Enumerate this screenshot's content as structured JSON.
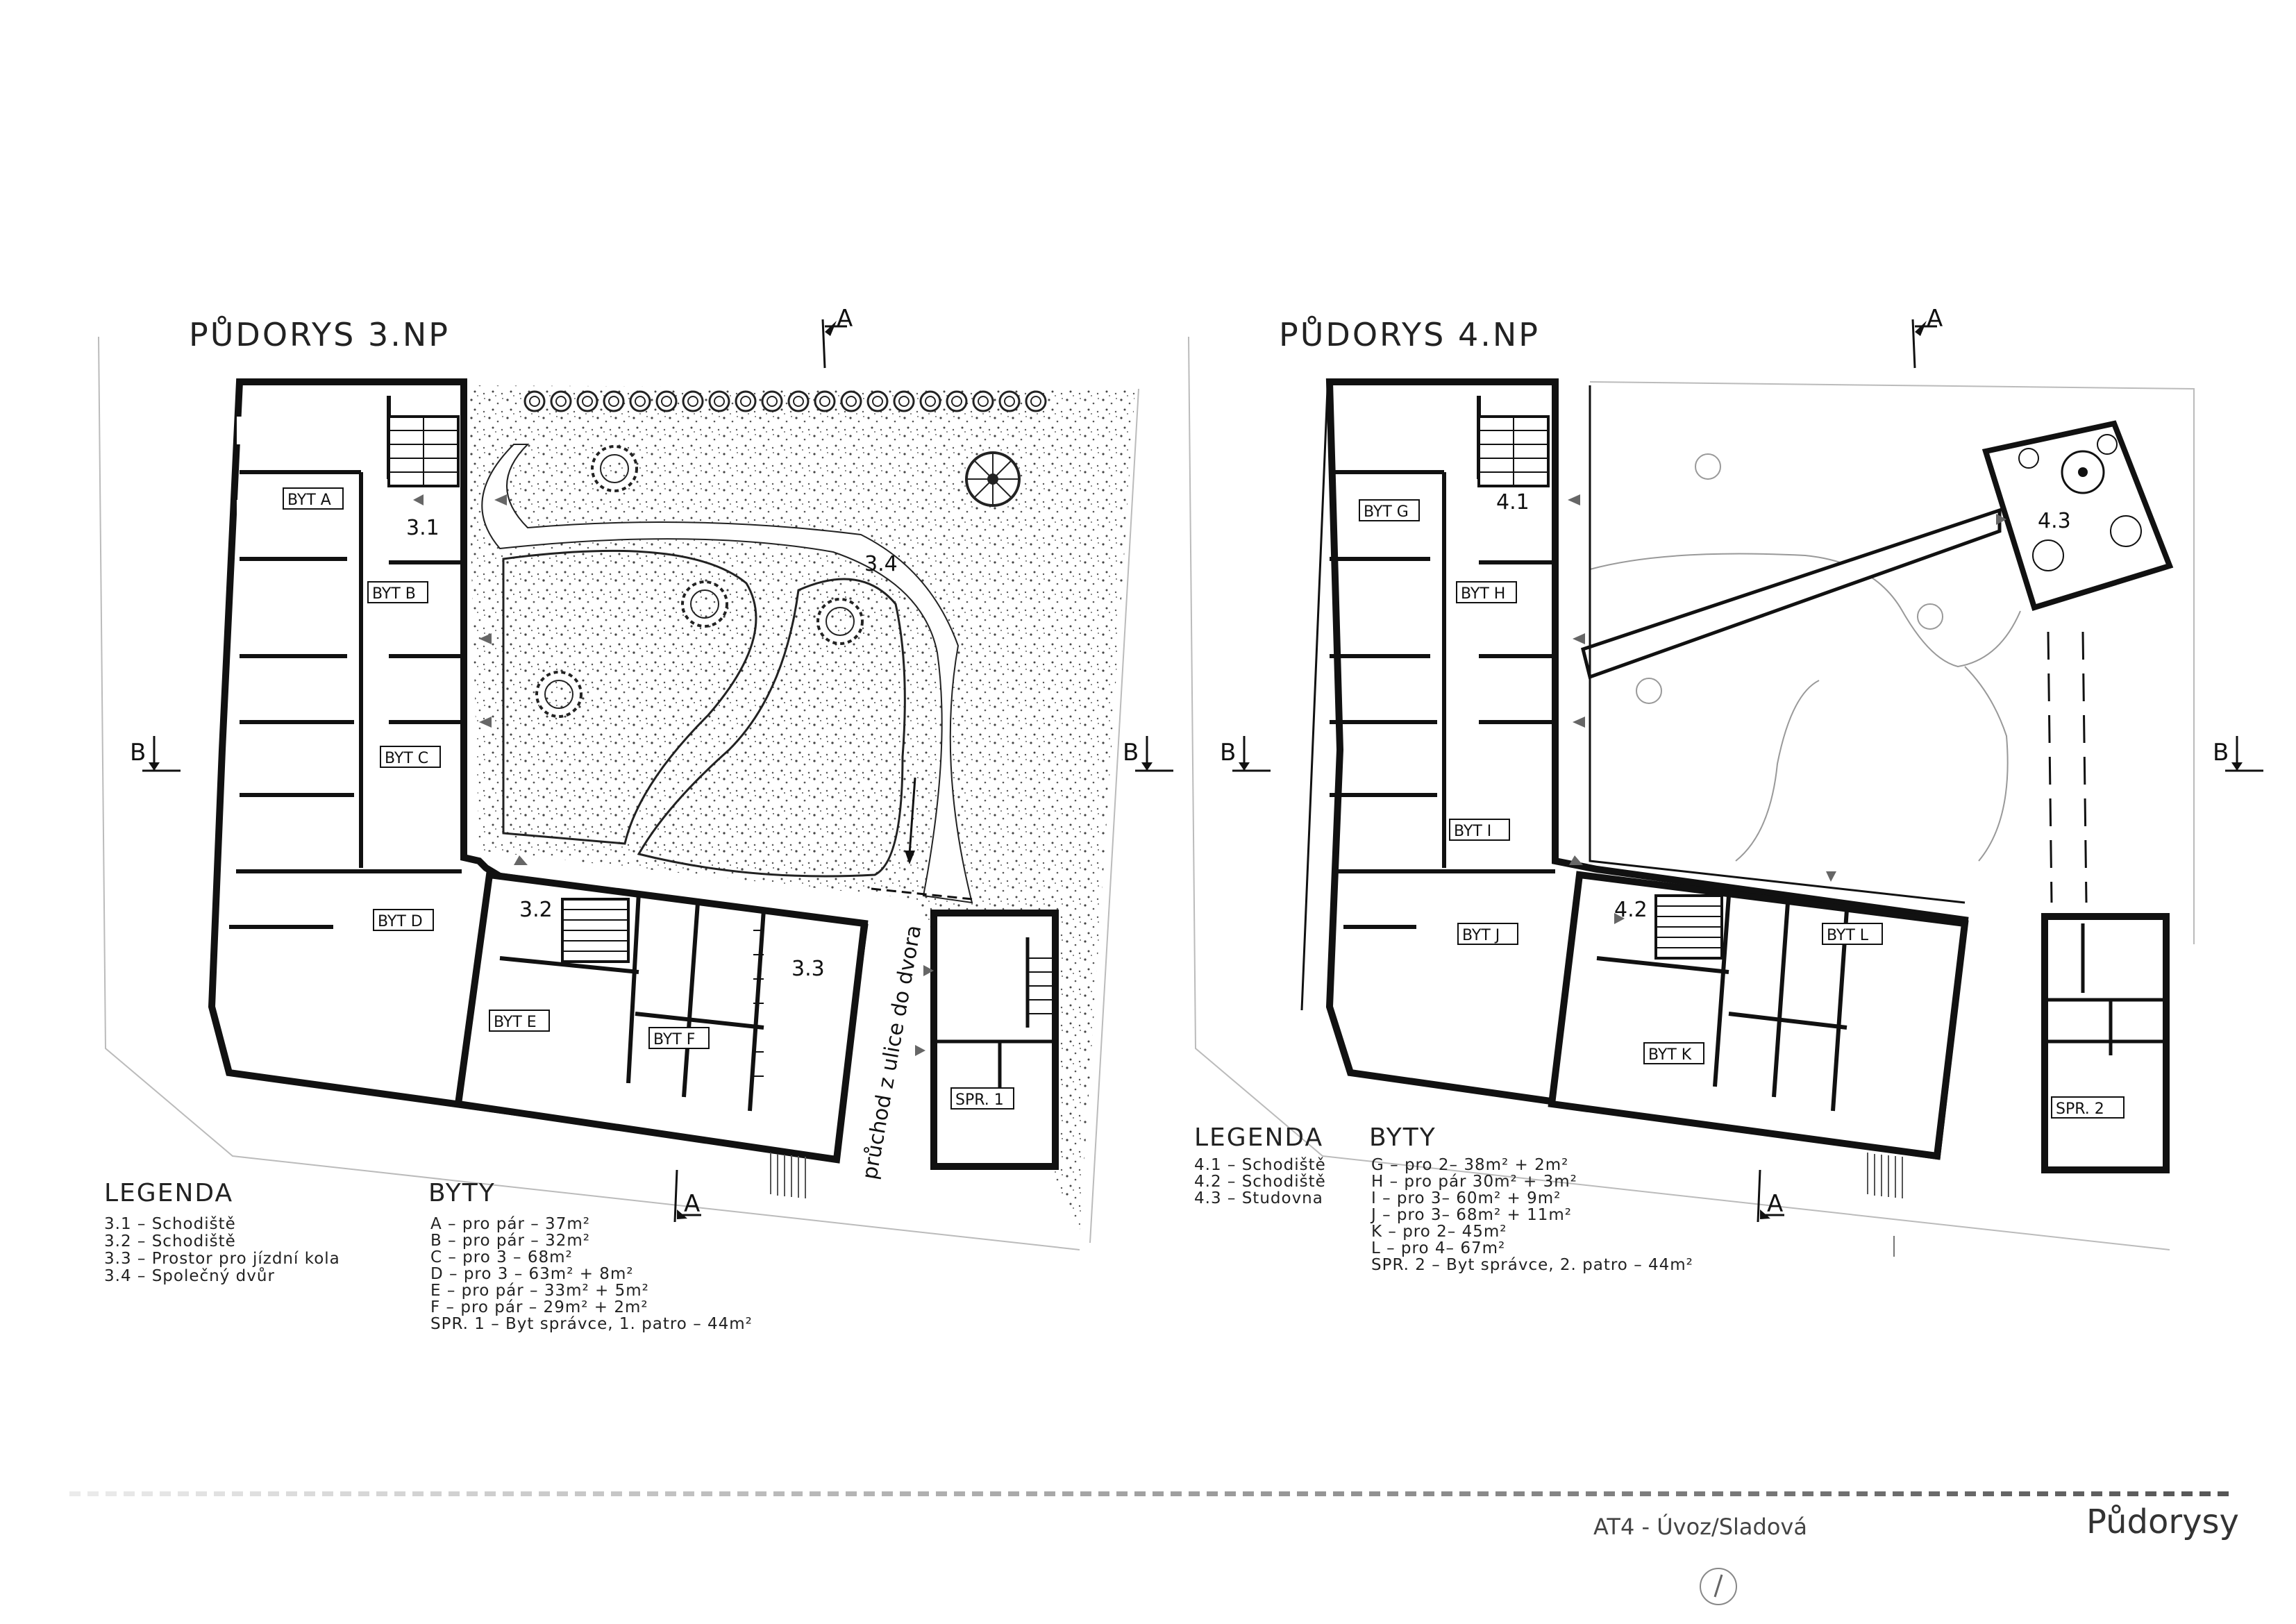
{
  "plan3": {
    "title": "PŮDORYS 3.NP",
    "legend_title": "LEGENDA",
    "legend": [
      "3.1 – Schodiště",
      "3.2 – Schodiště",
      "3.3 – Prostor pro jízdní kola",
      "3.4 – Společný dvůr"
    ],
    "units_title": "BYTY",
    "units": [
      "A – pro pár – 37m²",
      "B – pro pár – 32m²",
      "C – pro 3 – 68m²",
      "D – pro 3 – 63m² + 8m²",
      "E – pro pár – 33m² + 5m²",
      "F – pro pár – 29m² + 2m²",
      "SPR. 1 – Byt správce, 1. patro – 44m²"
    ],
    "unit_labels": [
      "BYT A",
      "BYT B",
      "BYT C",
      "BYT D",
      "BYT E",
      "BYT F",
      "SPR. 1"
    ],
    "room_labels": [
      "3.1",
      "3.2",
      "3.3",
      "3.4"
    ],
    "passage": "průchod z ulice do dvora",
    "section_a": "A",
    "section_b": "B"
  },
  "plan4": {
    "title": "PŮDORYS 4.NP",
    "legend_title": "LEGENDA",
    "legend": [
      "4.1 – Schodiště",
      "4.2 – Schodiště",
      "4.3 – Studovna"
    ],
    "units_title": "BYTY",
    "units": [
      "G – pro 2– 38m² + 2m²",
      "H – pro pár 30m² + 3m²",
      "I – pro 3– 60m² + 9m²",
      "J – pro 3– 68m² + 11m²",
      "K – pro 2– 45m²",
      "L – pro 4– 67m²",
      "SPR. 2 – Byt správce, 2. patro – 44m²"
    ],
    "unit_labels": [
      "BYT G",
      "BYT H",
      "BYT I",
      "BYT J",
      "BYT K",
      "BYT L",
      "SPR. 2"
    ],
    "room_labels": [
      "4.1",
      "4.2",
      "4.3"
    ],
    "section_a": "A",
    "section_b": "B"
  },
  "footer": {
    "project": "AT4 - Úvoz/Sladová",
    "sheet": "Půdorysy"
  }
}
